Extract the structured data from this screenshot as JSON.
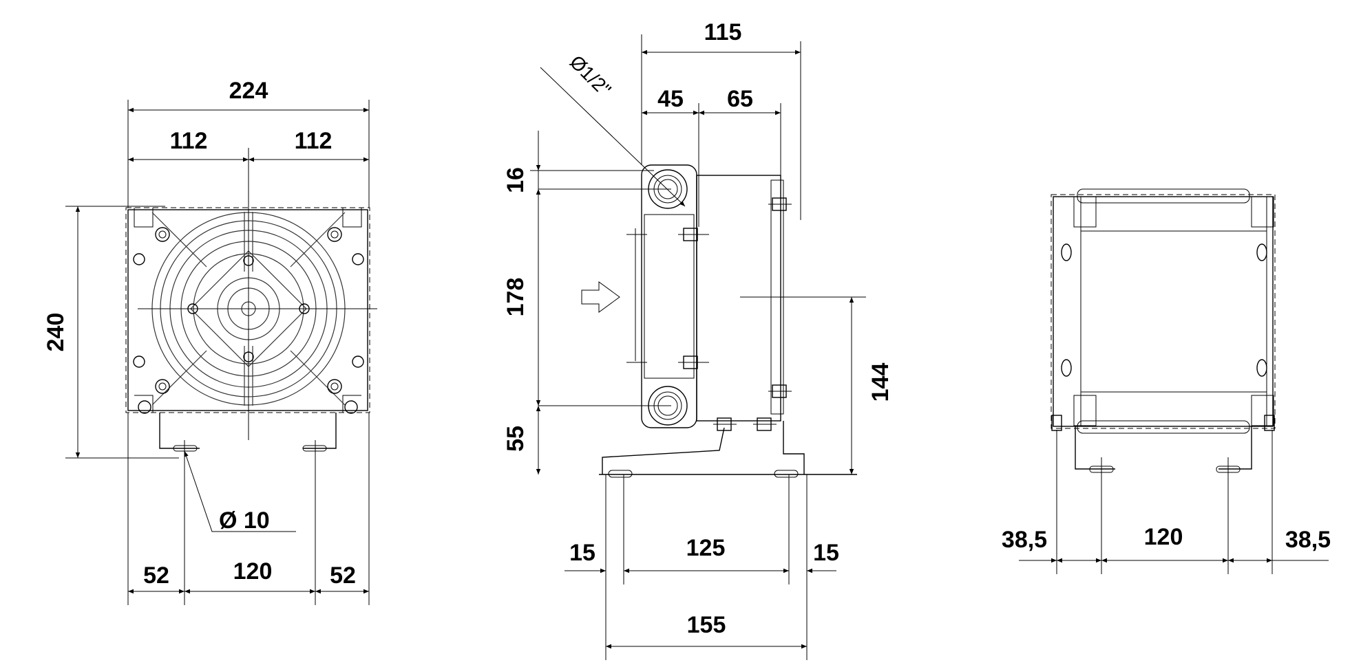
{
  "front_view": {
    "dim_total_width": "224",
    "dim_half_left": "112",
    "dim_half_right": "112",
    "dim_height": "240",
    "dim_hole": "Ø 10",
    "dim_foot_left": "52",
    "dim_foot_center": "120",
    "dim_foot_right": "52"
  },
  "side_view": {
    "dim_depth": "115",
    "dim_pipe": "Ø1/2\"",
    "dim_a": "45",
    "dim_b": "65",
    "dim_top_offset": "16",
    "dim_port_spacing": "178",
    "dim_bottom_offset": "55",
    "dim_fan_center": "144",
    "dim_foot_left": "15",
    "dim_foot_center": "125",
    "dim_foot_right": "15",
    "dim_foot_total": "155"
  },
  "rear_view": {
    "dim_left": "38,5",
    "dim_center": "120",
    "dim_right": "38,5"
  }
}
